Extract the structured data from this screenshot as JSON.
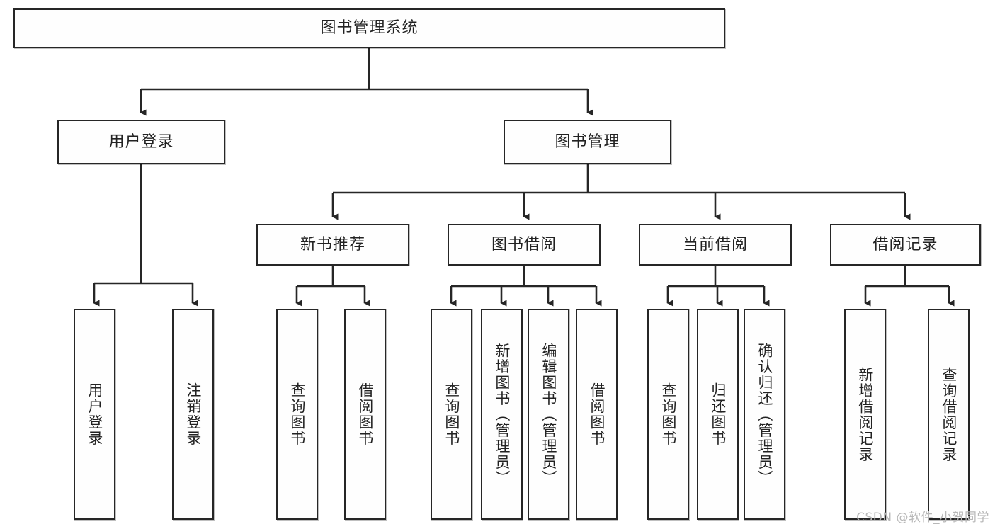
{
  "diagram": {
    "type": "hierarchy-tree",
    "title": "图书管理系统",
    "watermark": "CSDN @软件_小贺同学",
    "colors": {
      "border": "#262626",
      "background": "#ffffff",
      "node_fill": "#fefefe",
      "text": "#222222",
      "watermark": "#b8b8b8"
    },
    "levels": [
      {
        "level": 1,
        "nodes": [
          {
            "id": "root",
            "label": "图书管理系统",
            "orientation": "horizontal"
          }
        ]
      },
      {
        "level": 2,
        "nodes": [
          {
            "id": "user-login",
            "label": "用户登录",
            "orientation": "horizontal",
            "parent": "root"
          },
          {
            "id": "book-manage",
            "label": "图书管理",
            "orientation": "horizontal",
            "parent": "root"
          }
        ]
      },
      {
        "level": 3,
        "nodes": [
          {
            "id": "new-book-rec",
            "label": "新书推荐",
            "orientation": "horizontal",
            "parent": "book-manage"
          },
          {
            "id": "book-borrow",
            "label": "图书借阅",
            "orientation": "horizontal",
            "parent": "book-manage"
          },
          {
            "id": "current-borrow",
            "label": "当前借阅",
            "orientation": "horizontal",
            "parent": "book-manage"
          },
          {
            "id": "borrow-record",
            "label": "借阅记录",
            "orientation": "horizontal",
            "parent": "book-manage"
          }
        ]
      },
      {
        "level": 4,
        "nodes": [
          {
            "id": "leaf-user-login",
            "label": "用户登录",
            "orientation": "vertical",
            "parent": "user-login"
          },
          {
            "id": "leaf-logout",
            "label": "注销登录",
            "orientation": "vertical",
            "parent": "user-login"
          },
          {
            "id": "leaf-query-book-1",
            "label": "查询图书",
            "orientation": "vertical",
            "parent": "new-book-rec"
          },
          {
            "id": "leaf-borrow-book-1",
            "label": "借阅图书",
            "orientation": "vertical",
            "parent": "new-book-rec"
          },
          {
            "id": "leaf-query-book-2",
            "label": "查询图书",
            "orientation": "vertical",
            "parent": "book-borrow"
          },
          {
            "id": "leaf-add-book",
            "label": "新增图书（管理员）",
            "orientation": "vertical",
            "parent": "book-borrow"
          },
          {
            "id": "leaf-edit-book",
            "label": "编辑图书（管理员）",
            "orientation": "vertical",
            "parent": "book-borrow"
          },
          {
            "id": "leaf-borrow-book-2",
            "label": "借阅图书",
            "orientation": "vertical",
            "parent": "book-borrow"
          },
          {
            "id": "leaf-query-book-3",
            "label": "查询图书",
            "orientation": "vertical",
            "parent": "current-borrow"
          },
          {
            "id": "leaf-return-book",
            "label": "归还图书",
            "orientation": "vertical",
            "parent": "current-borrow"
          },
          {
            "id": "leaf-confirm-return",
            "label": "确认归还（管理员）",
            "orientation": "vertical",
            "parent": "current-borrow"
          },
          {
            "id": "leaf-add-record",
            "label": "新增借阅记录",
            "orientation": "vertical",
            "parent": "borrow-record"
          },
          {
            "id": "leaf-query-record",
            "label": "查询借阅记录",
            "orientation": "vertical",
            "parent": "borrow-record"
          }
        ]
      }
    ]
  }
}
